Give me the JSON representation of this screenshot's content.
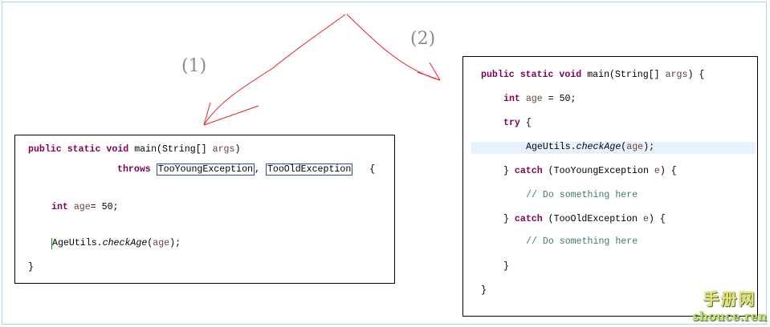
{
  "labels": {
    "one": "(1)",
    "two": "(2)"
  },
  "left_code": {
    "l1_kw": "public static void",
    "l1_rest": " main(String[] ",
    "l1_var": "args",
    "l1_end": ")",
    "l2_kw": "throws",
    "l2_ex1": "TooYoungException",
    "l2_comma": ",",
    "l2_ex2": "TooOldException",
    "l2_end": "{",
    "l3_kw": "int",
    "l3_var": "age",
    "l3_rest": "= 50;",
    "l4_cls": "AgeUtils.",
    "l4_method": "checkAge",
    "l4_open": "(",
    "l4_var": "age",
    "l4_close": ");",
    "l5": "}"
  },
  "right_code": {
    "l1_kw": "public static void",
    "l1_rest": " main(String[] ",
    "l1_var": "args",
    "l1_end": ") {",
    "l2_kw": "int",
    "l2_var": "age",
    "l2_rest": " = 50;",
    "l3_kw": "try",
    "l3_rest": " {",
    "l4_cls": "AgeUtils.",
    "l4_method": "checkAge",
    "l4_open": "(",
    "l4_var": "age",
    "l4_close": ");",
    "l5_pre": "} ",
    "l5_kw": "catch",
    "l5_open": " (TooYoungException ",
    "l5_var": "e",
    "l5_end": ") {",
    "l6": "// Do something here",
    "l7_pre": "} ",
    "l7_kw": "catch",
    "l7_open": " (TooOldException ",
    "l7_var": "e",
    "l7_end": ") {",
    "l8": "// Do something here",
    "l9": "}",
    "l10": "}"
  },
  "watermark": {
    "cn": "手册网",
    "en": "shouce.ren"
  },
  "colors": {
    "arrow": "#e8202a",
    "keyword": "#7f0055",
    "comment": "#3f7f5f",
    "highlight": "#e8f2fe"
  }
}
